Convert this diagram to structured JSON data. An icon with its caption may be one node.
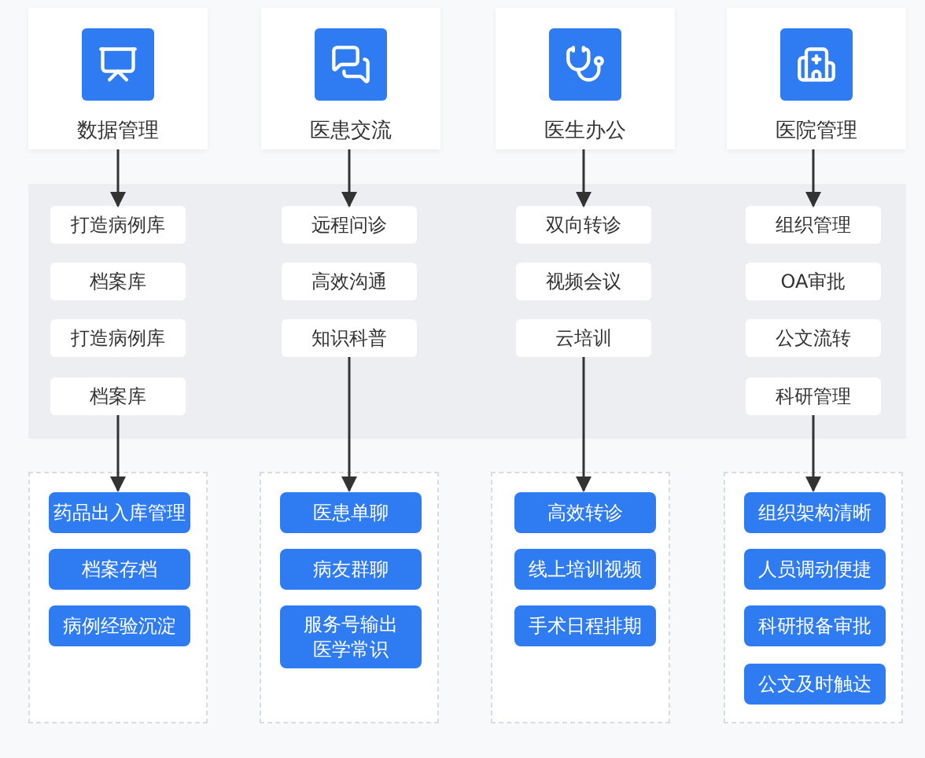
{
  "diagram": {
    "nodes": [
      {
        "text": [
          "数据管理"
        ]
      },
      {
        "text": [
          "医患交流"
        ]
      },
      {
        "text": [
          "医生办公"
        ]
      },
      {
        "text": [
          "医院管理"
        ]
      },
      {
        "text": [],
        "shape": "box"
      },
      {
        "text": [
          "打造病例库"
        ],
        "in": 4
      },
      {
        "text": [
          "档案库"
        ],
        "in": 4
      },
      {
        "text": [
          "打造病例库"
        ],
        "in": 4
      },
      {
        "text": [
          "档案库"
        ],
        "in": 4
      },
      {
        "text": [
          "远程问诊"
        ],
        "in": 4
      },
      {
        "text": [
          "高效沟通"
        ],
        "in": 4
      },
      {
        "text": [
          "知识科普"
        ],
        "in": 4
      },
      {
        "text": [
          "双向转诊"
        ],
        "in": 4
      },
      {
        "text": [
          "视频会议"
        ],
        "in": 4
      },
      {
        "text": [
          "云培训"
        ],
        "in": 4
      },
      {
        "text": [
          "组织管理"
        ],
        "in": 4
      },
      {
        "text": [
          "OA审批"
        ],
        "in": 4
      },
      {
        "text": [
          "公文流转"
        ],
        "in": 4
      },
      {
        "text": [
          "科研管理"
        ],
        "in": 4
      },
      {
        "text": [],
        "shape": "box"
      },
      {
        "text": [
          "药品出入库管理"
        ],
        "in": 19
      },
      {
        "text": [
          "档案存档"
        ],
        "in": 19
      },
      {
        "text": [
          "病例经验沉淀"
        ],
        "in": 19
      },
      {
        "text": [],
        "shape": "box"
      },
      {
        "text": [
          "医患单聊"
        ],
        "in": 23
      },
      {
        "text": [
          "病友群聊"
        ],
        "in": 23
      },
      {
        "text": [
          "服务号输出医学常识"
        ],
        "in": 23
      },
      {
        "text": [],
        "shape": "box"
      },
      {
        "text": [
          "高效转诊"
        ],
        "in": 27
      },
      {
        "text": [
          "线上培训视频"
        ],
        "in": 27
      },
      {
        "text": [
          "手术日程排期"
        ],
        "in": 27
      },
      {
        "text": [],
        "shape": "box"
      },
      {
        "text": [
          "组织架构清晰"
        ],
        "in": 31
      },
      {
        "text": [
          "人员调动便捷"
        ],
        "in": 31
      },
      {
        "text": [
          "科研报备审批"
        ],
        "in": 31
      },
      {
        "text": [
          "公文及时触达"
        ],
        "in": 31
      }
    ],
    "edges": [
      {
        "from": 0,
        "to": 5,
        "arrow": "to"
      },
      {
        "from": 1,
        "to": 9,
        "arrow": "to"
      },
      {
        "from": 2,
        "to": 12,
        "arrow": "to"
      },
      {
        "from": 3,
        "to": 15,
        "arrow": "to"
      },
      {
        "from": 8,
        "to": 20,
        "arrow": "to"
      },
      {
        "from": 11,
        "to": 24,
        "arrow": "to"
      },
      {
        "from": 14,
        "to": 28,
        "arrow": "to"
      },
      {
        "from": 18,
        "to": 32,
        "arrow": "to"
      }
    ]
  }
}
